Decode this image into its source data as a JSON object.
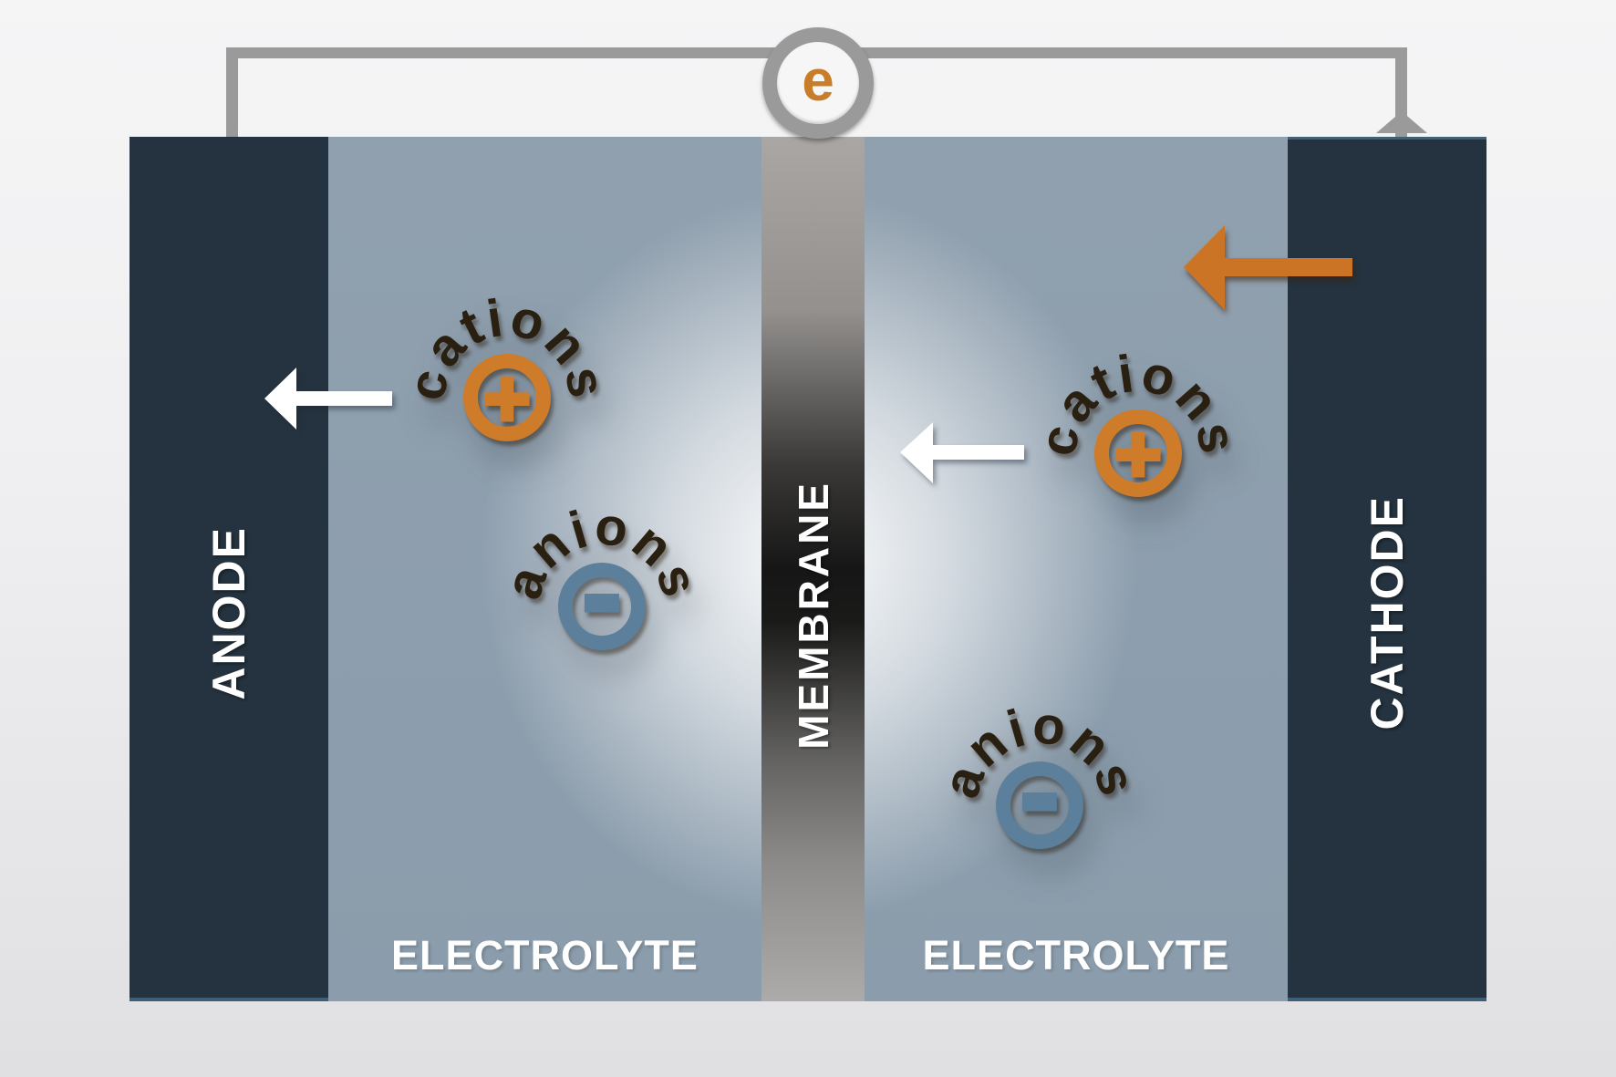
{
  "diagram": {
    "type": "electrochemical-cell",
    "external_circuit": {
      "electron_symbol": "e"
    },
    "electrodes": {
      "anode_label": "ANODE",
      "cathode_label": "CATHODE"
    },
    "separator": {
      "membrane_label": "MEMBRANE"
    },
    "electrolyte": {
      "left_label": "ELECTROLYTE",
      "right_label": "ELECTROLYTE"
    },
    "ions": {
      "left_cation": {
        "label": "cations",
        "sign": "+"
      },
      "left_anion": {
        "label": "anions",
        "sign": "-"
      },
      "right_cation": {
        "label": "cations",
        "sign": "+"
      },
      "right_anion": {
        "label": "anions",
        "sign": "-"
      }
    },
    "colors": {
      "electrode": "#24333f",
      "electrolyte": "#8d9eae",
      "membrane_light": "#a9a6a3",
      "membrane_dark": "#161616",
      "cation_ring": "#ce7c29",
      "anion_ring": "#5c7f9b",
      "wire": "#9a9a9a",
      "electron_symbol_color": "#c77d2a",
      "ion_flow_arrow": "#ffffff",
      "cation_feed_arrow": "#cc7425"
    }
  }
}
